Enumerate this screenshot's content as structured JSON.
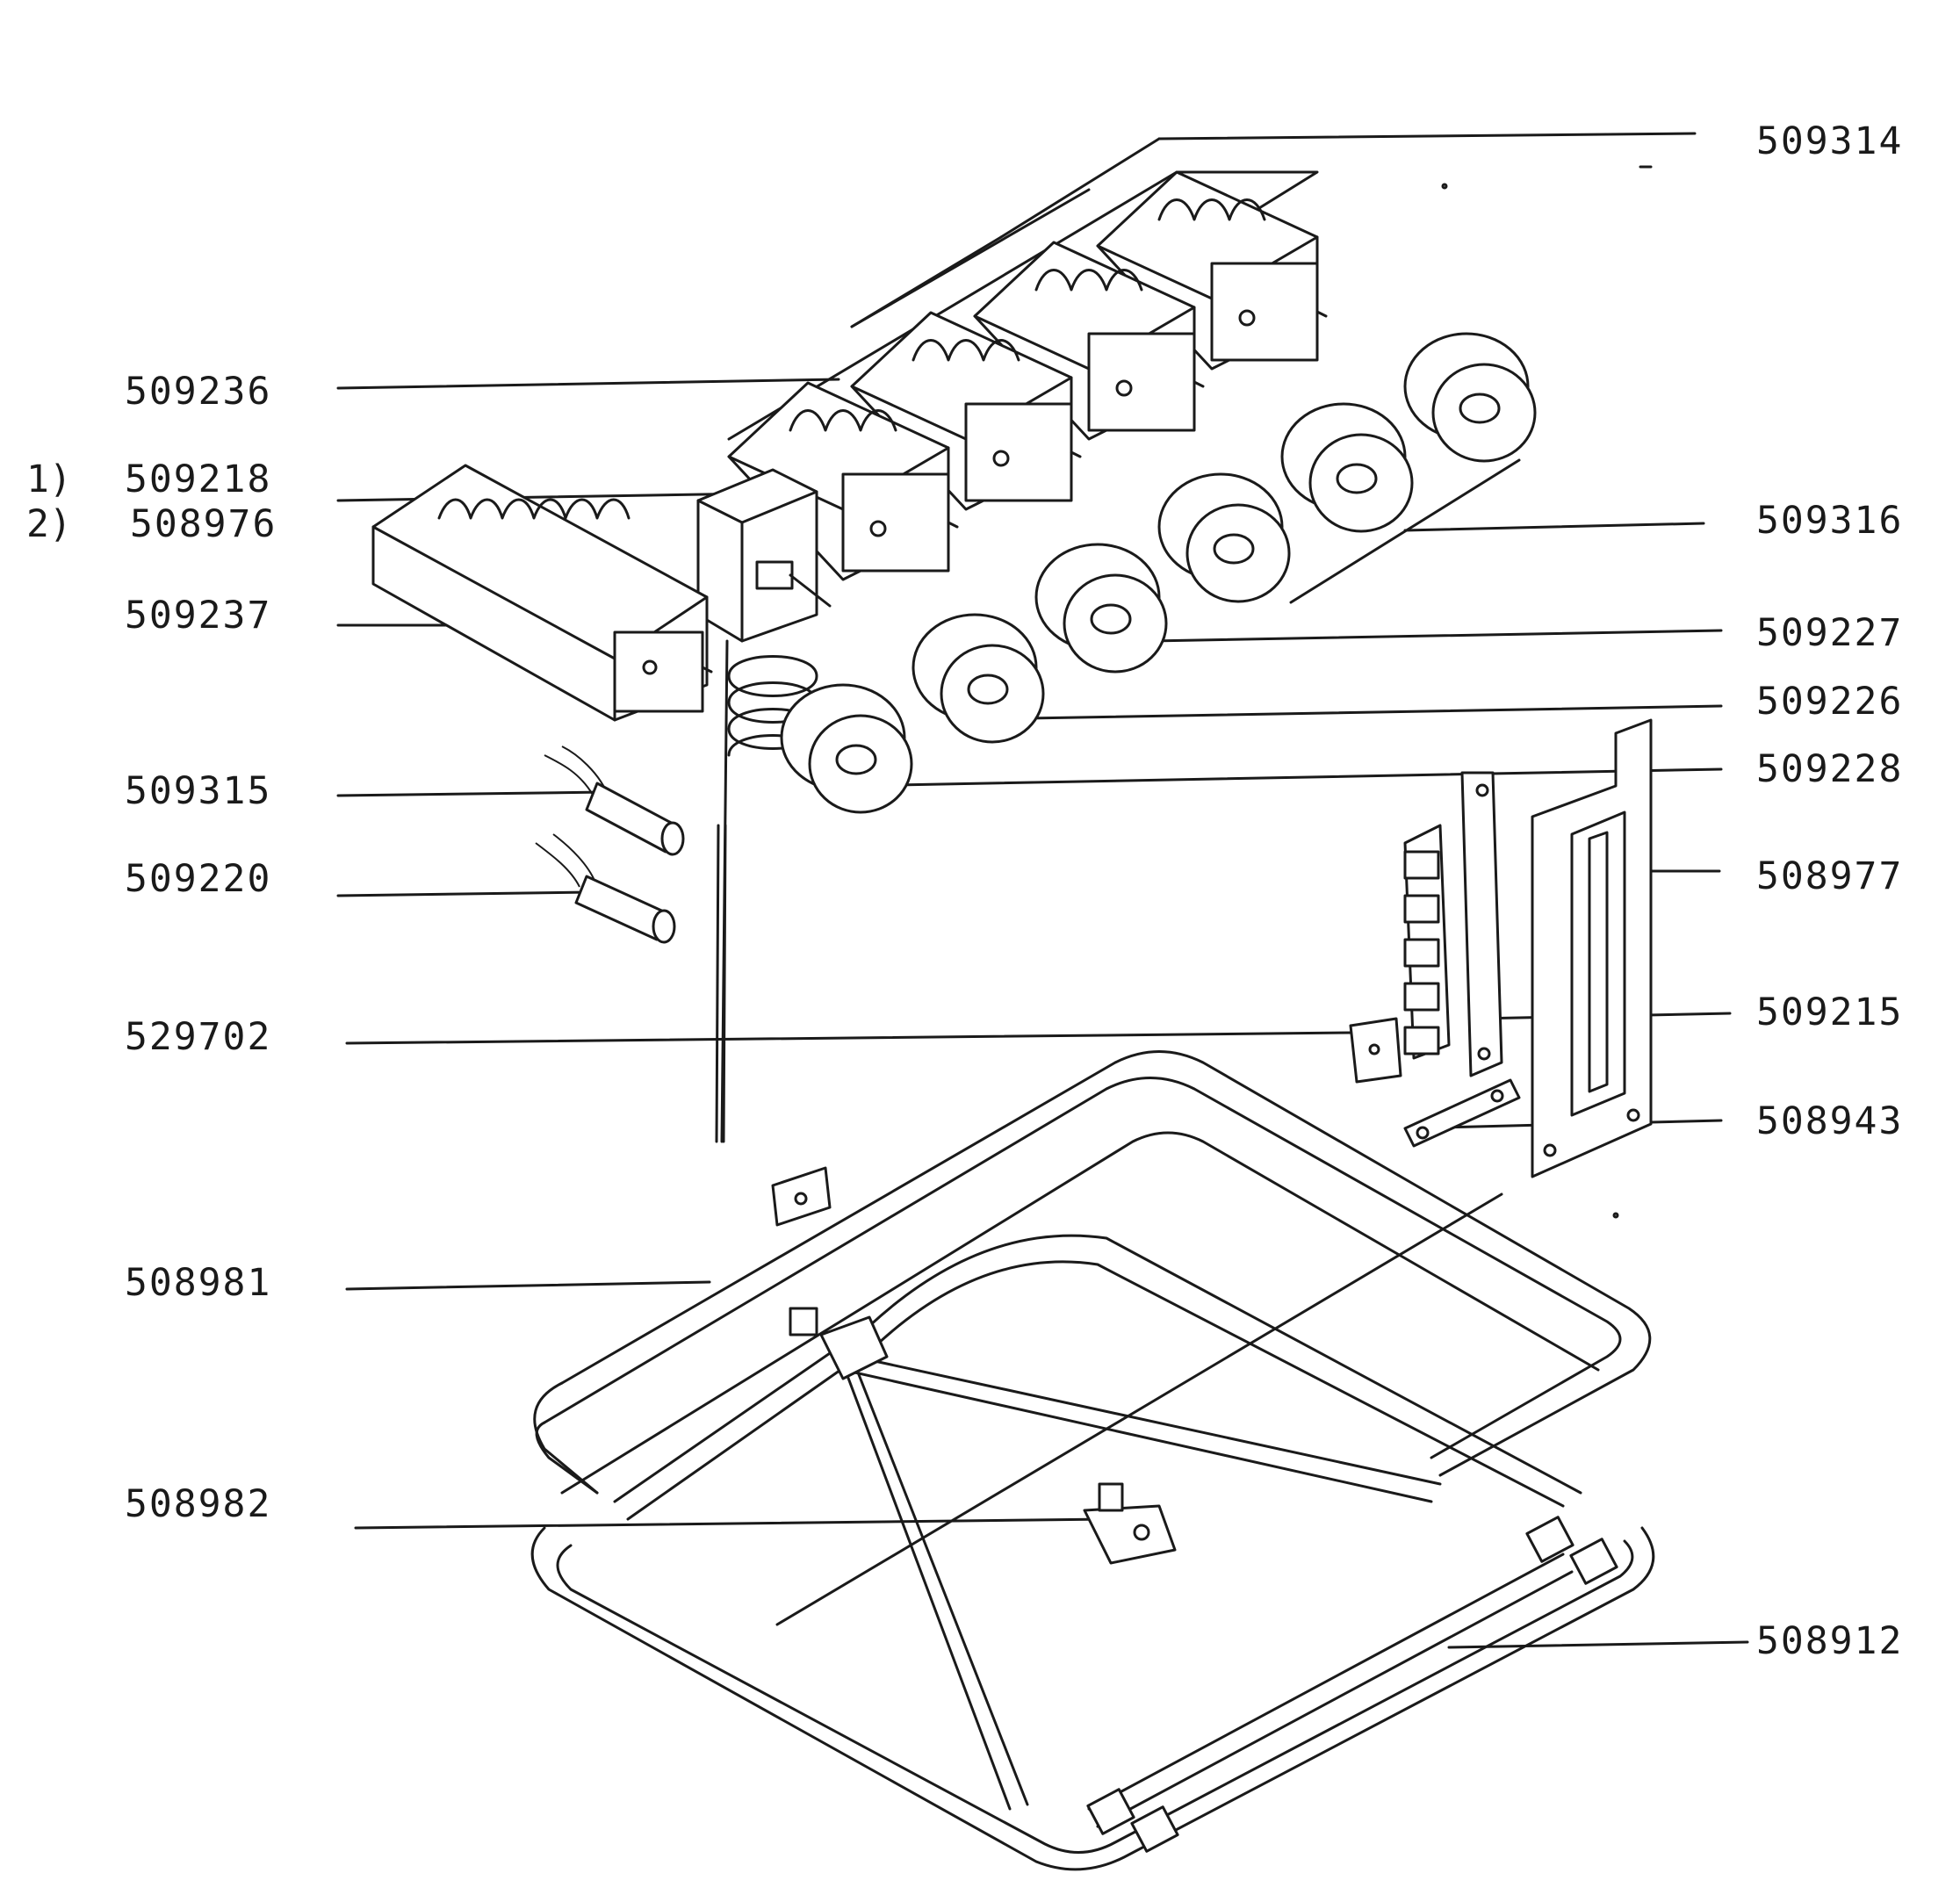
{
  "labels": {
    "p509314": "509314",
    "p509236": "509236",
    "p509218": "509218",
    "p508976": "508976",
    "p509237": "509237",
    "p509315": "509315",
    "p509220": "509220",
    "p529702": "529702",
    "p508981": "508981",
    "p508982": "508982",
    "p509316": "509316",
    "p509227": "509227",
    "p509226": "509226",
    "p509228": "509228",
    "p508977": "508977",
    "p509215": "509215",
    "p508943": "508943",
    "p508912": "508912"
  },
  "markers": {
    "m1": "1)",
    "m2": "2)"
  },
  "colors": {
    "ink": "#1a1a1a",
    "paper": "#ffffff"
  }
}
